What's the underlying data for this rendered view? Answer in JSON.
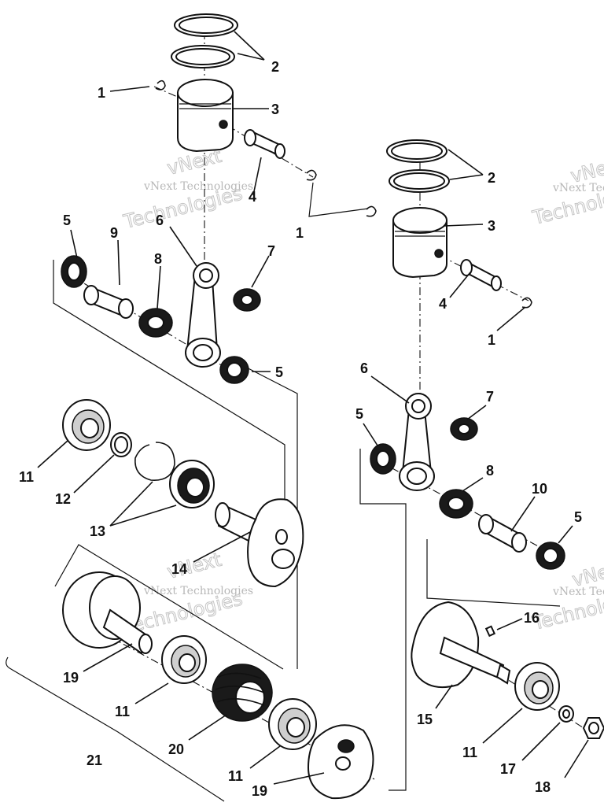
{
  "watermark": {
    "brand_short": "vNext",
    "brand_word": "Technologies",
    "brand_full": "vNext Technologies"
  },
  "callouts": {
    "c1a": "1",
    "c1b": "1",
    "c1c": "1",
    "c2a": "2",
    "c2b": "2",
    "c3a": "3",
    "c3b": "3",
    "c4a": "4",
    "c4b": "4",
    "c5a": "5",
    "c5b": "5",
    "c5c": "5",
    "c5d": "5",
    "c6a": "6",
    "c6b": "6",
    "c7a": "7",
    "c7b": "7",
    "c8a": "8",
    "c8b": "8",
    "c9": "9",
    "c10": "10",
    "c11a": "11",
    "c11b": "11",
    "c11c": "11",
    "c11d": "11",
    "c12": "12",
    "c13": "13",
    "c14": "14",
    "c15": "15",
    "c16": "16",
    "c17": "17",
    "c18": "18",
    "c19a": "19",
    "c19b": "19",
    "c20": "20",
    "c21": "21"
  },
  "icons": [
    "piston-ring-icon",
    "piston-icon",
    "wrist-pin-icon",
    "connecting-rod-icon",
    "needle-bearing-icon",
    "ball-bearing-icon",
    "crank-wheel-icon",
    "labyrinth-seal-icon",
    "nut-icon"
  ]
}
